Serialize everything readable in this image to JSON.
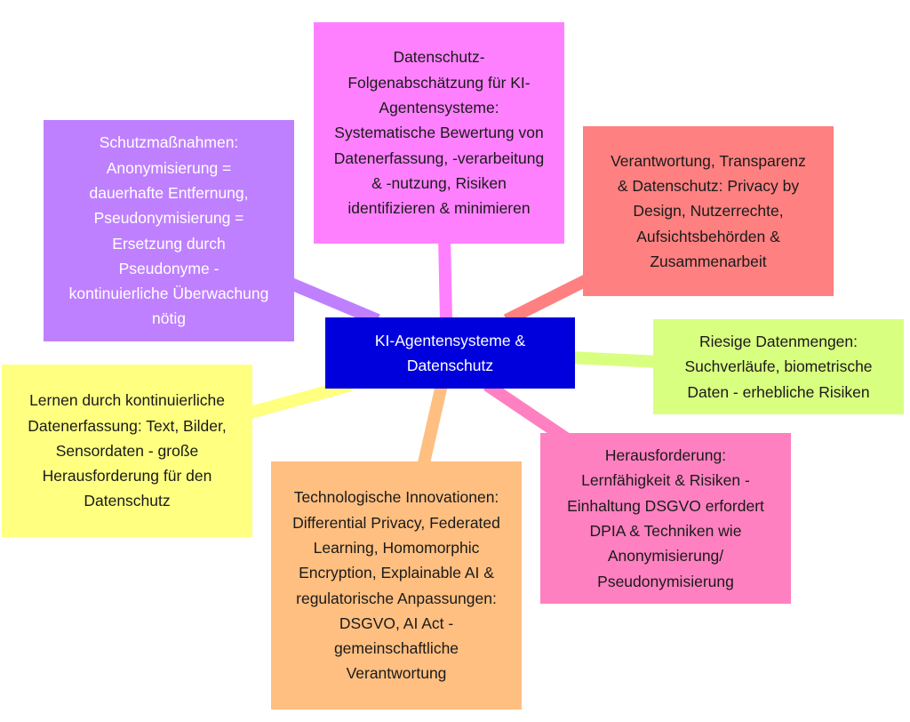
{
  "diagram": {
    "center": {
      "text": "KI-Agentensysteme & Datenschutz",
      "color": "#0000dd"
    },
    "branches": {
      "top": {
        "text": "Datenschutz-Folgenabschätzung für KI-Agentensysteme: Systematische Bewertung von Datenerfassung, -verarbeitung & -nutzung, Risiken identifizieren & minimieren",
        "color": "#ff80ff"
      },
      "purple": {
        "text": "Schutzmaßnahmen: Anonymisierung = dauerhafte Entfernung, Pseudonymisierung = Ersetzung durch Pseudonyme - kontinuierliche Überwachung nötig",
        "color": "#bf80ff"
      },
      "red": {
        "text": "Verantwortung, Transparenz & Datenschutz: Privacy by Design, Nutzerrechte, Aufsichtsbehörden & Zusammenarbeit",
        "color": "#ff8080"
      },
      "green": {
        "text": "Riesige Datenmengen: Suchverläufe, biometrische Daten - erhebliche Risiken",
        "color": "#d9ff80"
      },
      "yellow": {
        "text": "Lernen durch kontinuierliche Datenerfassung: Text, Bilder, Sensordaten - große Herausforderung für den Datenschutz",
        "color": "#ffff80"
      },
      "orange": {
        "text": "Technologische Innovationen: Differential Privacy, Federated Learning, Homomorphic Encryption, Explainable AI & regulatorische Anpassungen: DSGVO, AI Act - gemeinschaftliche Verantwortung",
        "color": "#ffbf80"
      },
      "pink": {
        "text": "Herausforderung: Lernfähigkeit & Risiken - Einhaltung DSGVO erfordert DPIA & Techniken wie Anonymisierung/ Pseudonymisierung",
        "color": "#ff80c0"
      }
    }
  }
}
